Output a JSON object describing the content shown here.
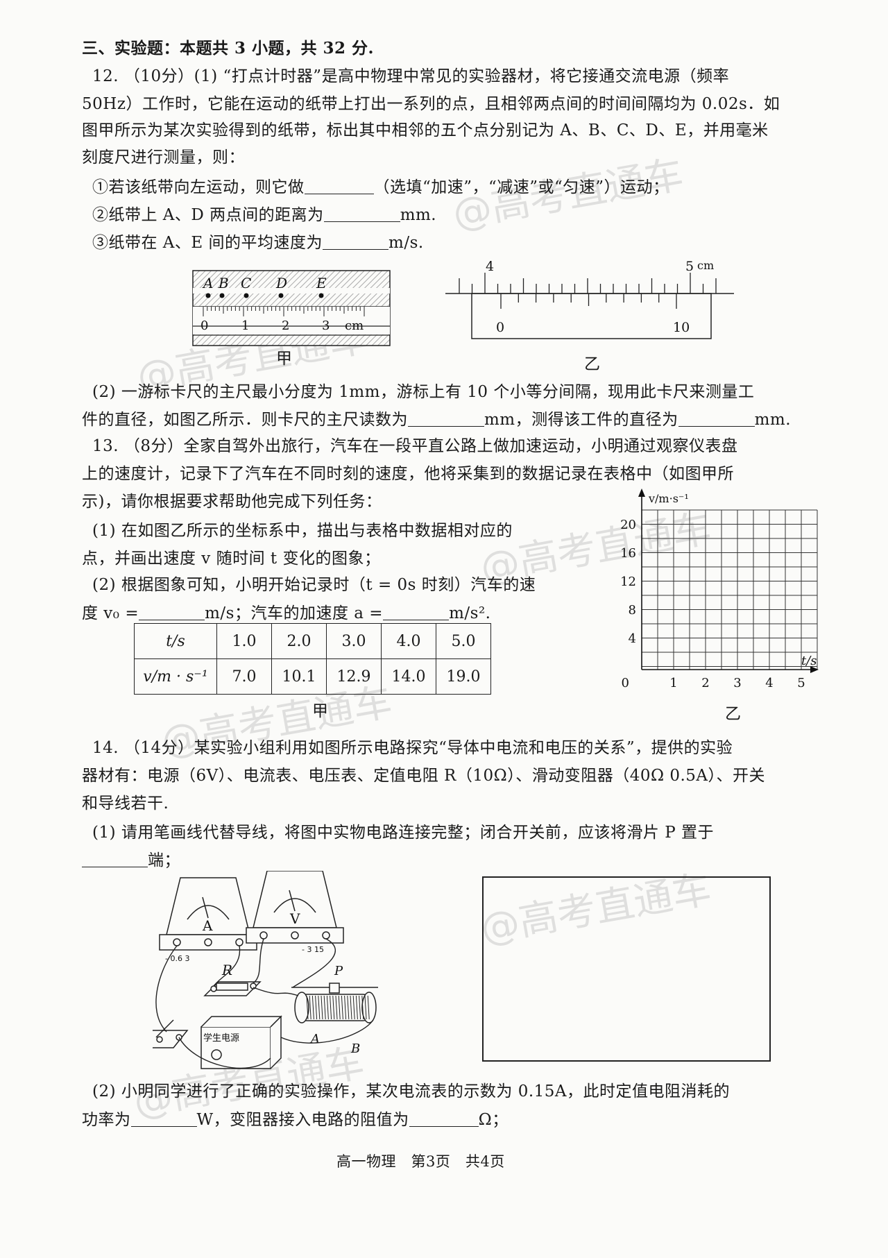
{
  "section_title": "三、实验题：本题共 3 小题，共 32 分.",
  "q12": {
    "line1": "12. （10分）(1) “打点计时器”是高中物理中常见的实验器材，将它接通交流电源（频率",
    "line2": "50Hz）工作时，它能在运动的纸带上打出一系列的点，且相邻两点间的时间间隔均为 0.02s．如",
    "line3": "图甲所示为某次实验得到的纸带，标出其中相邻的五个点分别记为 A、B、C、D、E，并用毫米",
    "line4": "刻度尺进行测量，则：",
    "sub1_pre": "①若该纸带向左运动，则它做",
    "sub1_post": "（选填“加速”，“减速”或“匀速”）运动；",
    "sub2_pre": "②纸带上 A、D 两点间的距离为",
    "sub2_post": "mm.",
    "sub3_pre": "③纸带在 A、E 间的平均速度为",
    "sub3_post": "m/s.",
    "fig_jia": {
      "caption": "甲",
      "points": [
        "A",
        "B",
        "C",
        "D",
        "E"
      ],
      "scale_labels": [
        "0",
        "1",
        "2",
        "3"
      ],
      "unit": "cm"
    },
    "fig_yi": {
      "caption": "乙",
      "main_labels": [
        "4",
        "5"
      ],
      "unit": "cm",
      "vernier_labels": [
        "0",
        "10"
      ]
    },
    "part2_line1": "(2) 一游标卡尺的主尺最小分度为 1mm，游标上有 10 个小等分间隔，现用此卡尺来测量工",
    "part2_line2_pre": "件的直径，如图乙所示．则卡尺的主尺读数为",
    "part2_line2_mid": "mm，测得该工件的直径为",
    "part2_line2_post": "mm."
  },
  "q13": {
    "line1": "13. （8分）全家自驾外出旅行，汽车在一段平直公路上做加速运动，小明通过观察仪表盘",
    "line2": "上的速度计，记录下了汽车在不同时刻的速度，他将采集到的数据记录在表格中（如图甲所",
    "line3": "示)，请你根据要求帮助他完成下列任务：",
    "part1_line1": "(1) 在如图乙所示的坐标系中，描出与表格中数据相对应的",
    "part1_line2": "点，并画出速度 v 随时间 t 变化的图象；",
    "part2_line1": "(2) 根据图象可知，小明开始记录时（t = 0s 时刻）汽车的速",
    "part2_line2_pre": "度 v₀ =",
    "part2_line2_mid": "m/s；汽车的加速度 a =",
    "part2_line2_post": "m/s².",
    "table": {
      "row_t_label": "t/s",
      "row_v_label": "v/m · s⁻¹",
      "t": [
        "1.0",
        "2.0",
        "3.0",
        "4.0",
        "5.0"
      ],
      "v": [
        "7.0",
        "10.1",
        "12.9",
        "14.0",
        "19.0"
      ],
      "caption": "甲"
    },
    "graph": {
      "caption": "乙",
      "y_axis_label": "v/m·s⁻¹",
      "x_axis_label": "t/s",
      "y_ticks": [
        "20",
        "16",
        "12",
        "8",
        "4",
        "0"
      ],
      "x_ticks": [
        "1",
        "2",
        "3",
        "4",
        "5"
      ]
    }
  },
  "q14": {
    "line1": "14. （14分）某实验小组利用如图所示电路探究“导体中电流和电压的关系”，提供的实验",
    "line2": "器材有：电源（6V）、电流表、电压表、定值电阻 R（10Ω）、滑动变阻器（40Ω 0.5A）、开关",
    "line3": "和导线若干.",
    "part1_line1": "(1) 请用笔画线代替导线，将图中实物电路连接完整；闭合开关前，应该将滑片 P 置于",
    "part1_line2_post": "端；",
    "circuit": {
      "ammeter": "A",
      "voltmeter": "V",
      "ammeter_terminals": "- 0.6 3",
      "voltmeter_terminals": "- 3 15",
      "resistor": "R",
      "slider": "P",
      "end_a": "A",
      "end_b": "B",
      "power_supply": "学生电源"
    },
    "part2_line1": "(2) 小明同学进行了正确的实验操作，某次电流表的示数为 0.15A，此时定值电阻消耗的",
    "part2_line2_pre": "功率为",
    "part2_line2_mid": "W，变阻器接入电路的阻值为",
    "part2_line2_post": "Ω；"
  },
  "watermark": "@高考直通车",
  "footer": "高一物理　第3页　共4页"
}
